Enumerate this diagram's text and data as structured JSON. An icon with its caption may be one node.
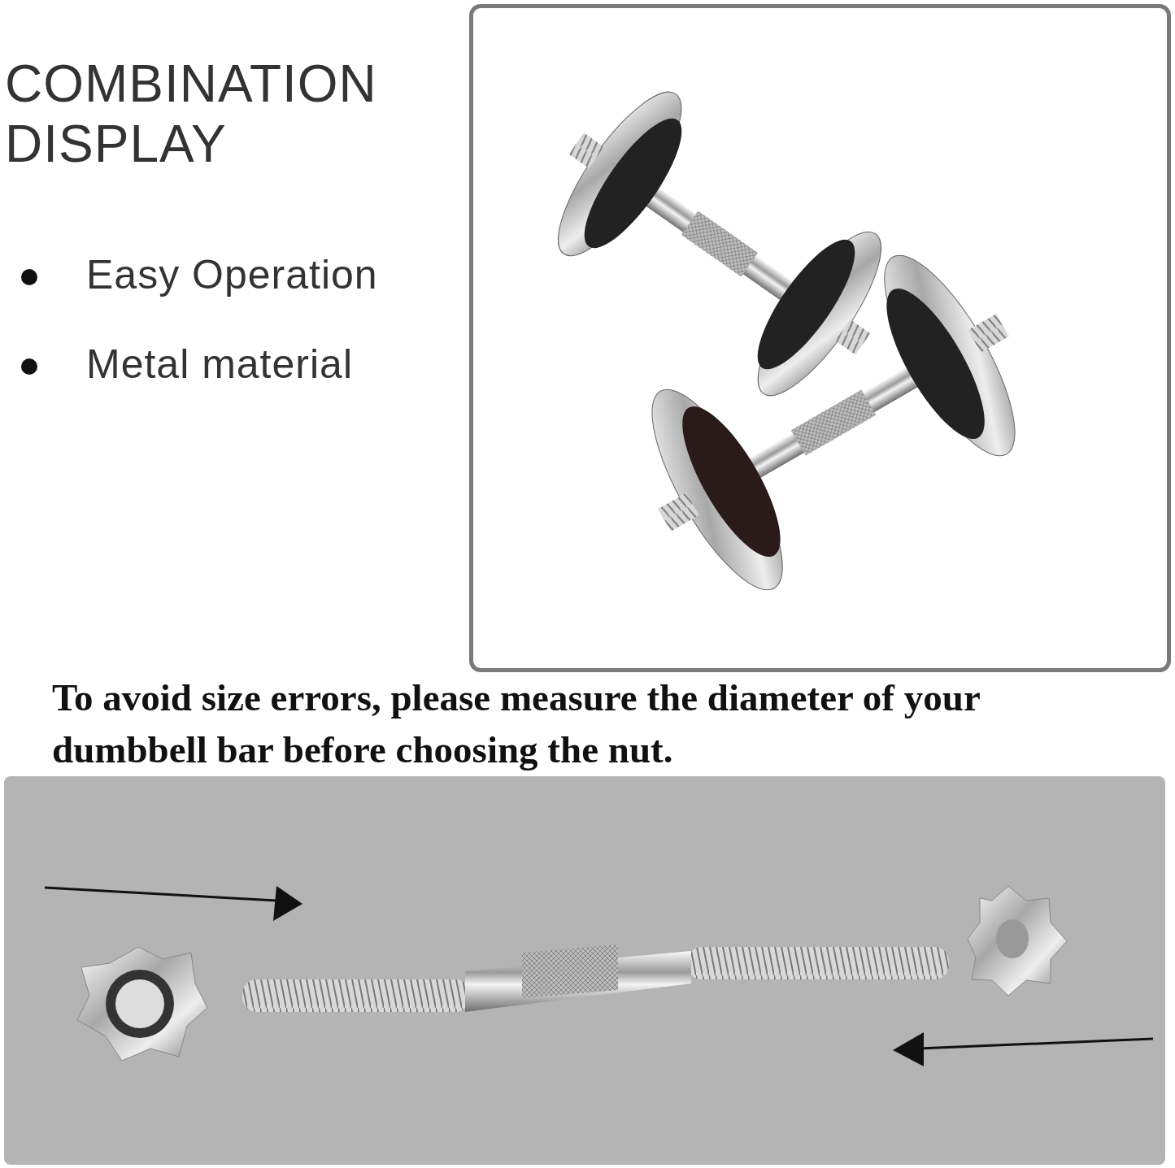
{
  "diagram": {
    "title": "COMBINATION DISPLAY",
    "labels": [
      "Easy Operation",
      "Metal material",
      "To avoid size errors, please measure the diameter of your dumbbell bar before choosing the nut."
    ]
  }
}
